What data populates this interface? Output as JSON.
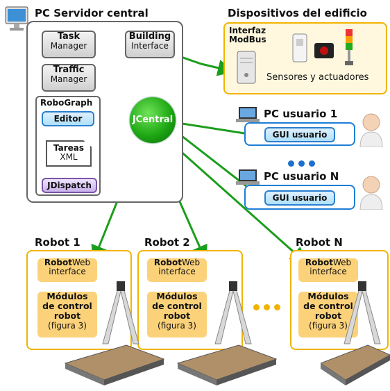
{
  "server": {
    "title": "PC Servidor central",
    "task_manager": {
      "bold": "Task",
      "normal": "Manager"
    },
    "traffic_manager": {
      "bold": "Traffic",
      "normal": "Manager"
    },
    "building_interface": {
      "bold": "Building",
      "normal": "Interface"
    },
    "robograph": {
      "title": "RoboGraph",
      "editor": "Editor",
      "tareas": {
        "bold": "Tareas",
        "normal": "XML"
      },
      "jdispatch": "JDispatch"
    }
  },
  "jcentral": {
    "label": "JCentral",
    "color": "#1fa814"
  },
  "building_devices": {
    "title": "Dispositivos del edificio",
    "modbus": {
      "line1": "Interfaz",
      "line2": "ModBus"
    },
    "sensors": "Sensores y actuadores"
  },
  "user_pcs": [
    {
      "title": "PC usuario 1",
      "gui": "GUI usuario"
    },
    {
      "title": "PC usuario N",
      "gui": "GUI usuario"
    }
  ],
  "robots": [
    {
      "title": "Robot 1",
      "web_bold": "Robot",
      "web_rest": "Web",
      "web_line2": "interface",
      "mod_l1": "Módulos",
      "mod_l2": "de control",
      "mod_l3": "robot",
      "mod_l4": "(figura 3)"
    },
    {
      "title": "Robot 2",
      "web_bold": "Robot",
      "web_rest": "Web",
      "web_line2": "interface",
      "mod_l1": "Módulos",
      "mod_l2": "de control",
      "mod_l3": "robot",
      "mod_l4": "(figura 3)"
    },
    {
      "title": "Robot N",
      "web_bold": "Robot",
      "web_rest": "Web",
      "web_line2": "interface",
      "mod_l1": "Módulos",
      "mod_l2": "de control",
      "mod_l3": "robot",
      "mod_l4": "(figura 3)"
    }
  ],
  "colors": {
    "arrow": "#1b9e1b",
    "accent_orange": "#f0b400",
    "accent_blue": "#1d7fd6",
    "dots_blue": "#1d6fd0",
    "dots_orange": "#f0b400"
  }
}
